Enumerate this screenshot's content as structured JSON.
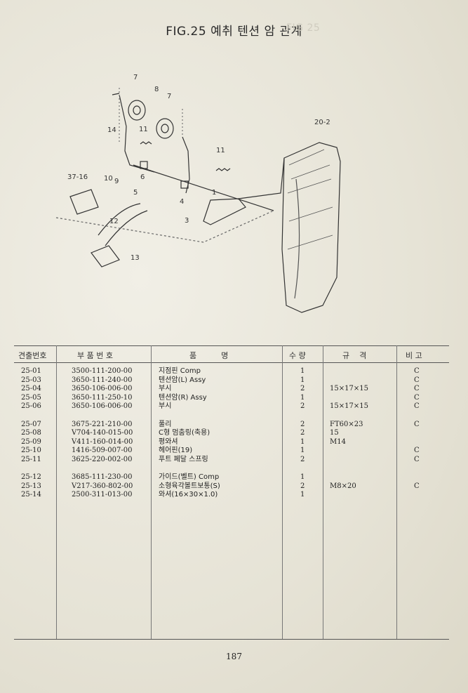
{
  "title": "FIG.25 예취 텐션 암 관계",
  "ghost_title": "FIG 25",
  "diagram": {
    "labels": [
      "7",
      "8",
      "7",
      "14",
      "11",
      "20-2",
      "11",
      "37-16",
      "10",
      "9",
      "6",
      "5",
      "4",
      "1",
      "3",
      "12",
      "13"
    ]
  },
  "table": {
    "headers": {
      "fig_no": "견출번호",
      "part_no": "부 품 번 호",
      "name": "품          명",
      "qty": "수 량",
      "spec": "규    격",
      "remark": "비 고"
    },
    "fig_nos": [
      "25-01",
      "25-03",
      "25-04",
      "25-05",
      "25-06",
      "",
      "25-07",
      "25-08",
      "25-09",
      "25-10",
      "25-11",
      "",
      "25-12",
      "25-13",
      "25-14"
    ],
    "part_nos": [
      "3500-111-200-00",
      "3650-111-240-00",
      "3650-106-006-00",
      "3650-111-250-10",
      "3650-106-006-00",
      "",
      "3675-221-210-00",
      "V704-140-015-00",
      "V411-160-014-00",
      "1416-509-007-00",
      "3625-220-002-00",
      "",
      "3685-111-230-00",
      "V217-360-802-00",
      "2500-311-013-00"
    ],
    "names": [
      "지점핀 Comp",
      "텐션암(L) Assy",
      "부시",
      "텐션암(R) Assy",
      "부시",
      "",
      "풀리",
      "C형 멈춤링(축용)",
      "평와셔",
      "헤어핀(19)",
      "푸트 페달 스프링",
      "",
      "가이드(벨트) Comp",
      "소형육각볼트보통(S)",
      "와셔(16×30×1.0)"
    ],
    "qtys": [
      "1",
      "1",
      "2",
      "1",
      "2",
      "",
      "2",
      "2",
      "1",
      "1",
      "2",
      "",
      "1",
      "2",
      "1"
    ],
    "specs": [
      "",
      "",
      "15×17×15",
      "",
      "15×17×15",
      "",
      "FT60×23",
      "15",
      "M14",
      "",
      "",
      "",
      "",
      "M8×20",
      ""
    ],
    "remarks": [
      "C",
      "C",
      "C",
      "C",
      "C",
      "",
      "C",
      "",
      "",
      "C",
      "C",
      "",
      "",
      "C",
      ""
    ]
  },
  "page_number": "187"
}
